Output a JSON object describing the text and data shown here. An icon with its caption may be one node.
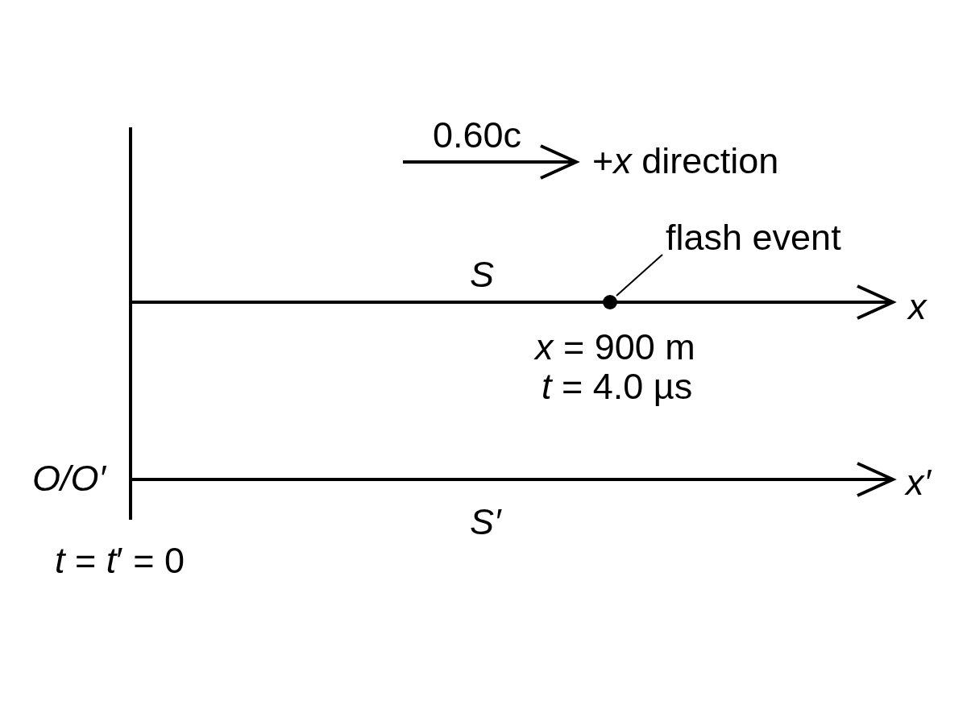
{
  "diagram": {
    "nodes": [
      {
        "text": [
          "flash event"
        ]
      },
      {
        "text": [],
        "shape": "circle"
      }
    ],
    "edges": [
      {
        "from": 0,
        "to": 1,
        "arrow": "none"
      }
    ],
    "labels": [
      "0.60c",
      "+*x* direction",
      "S",
      "x",
      "*x* = 900 m",
      "*t* = 4.0 µs",
      "O/O′",
      "x′",
      "S′",
      "*t* = *t*′ = 0"
    ]
  }
}
